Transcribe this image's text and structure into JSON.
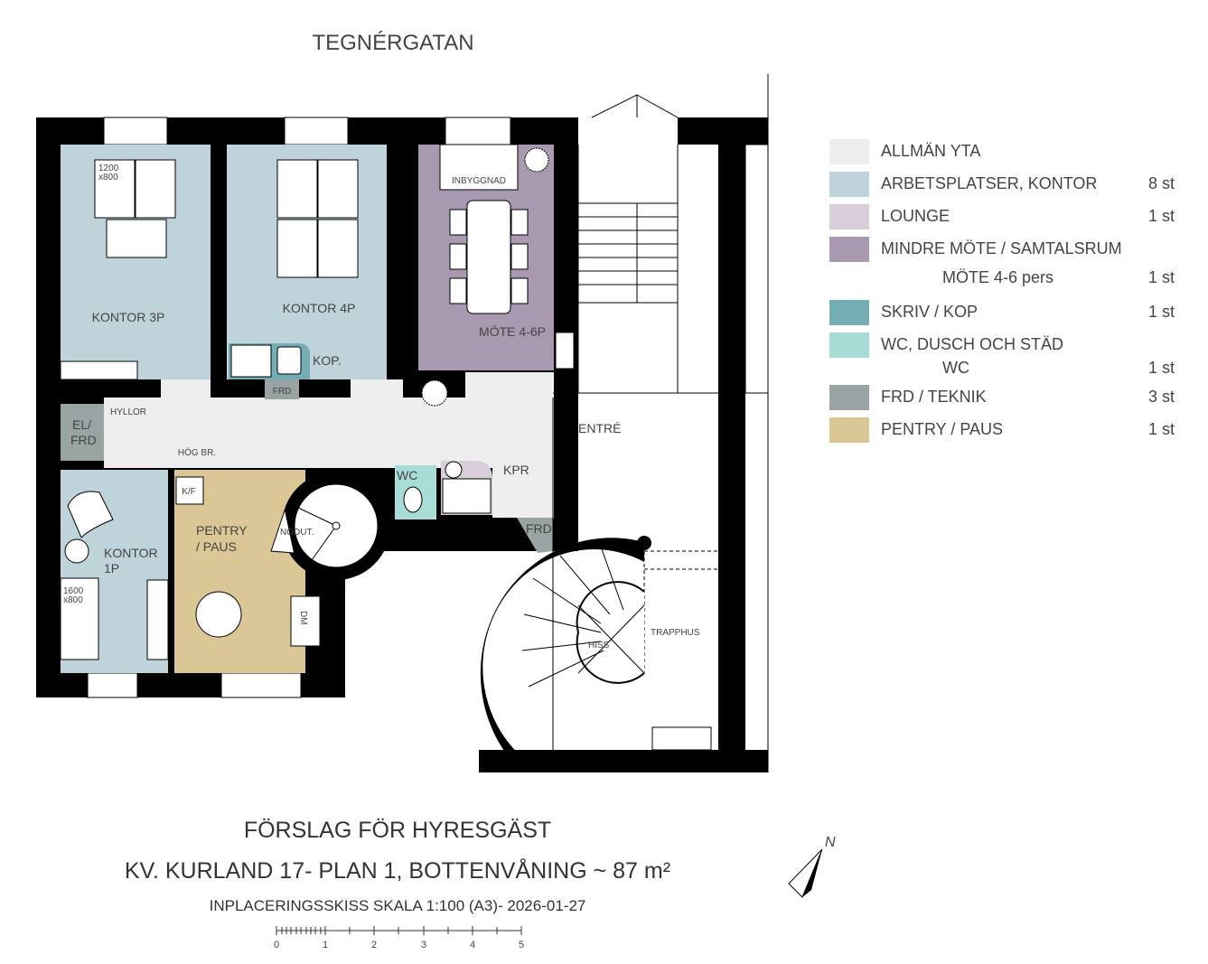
{
  "street": "TEGNÉRGATAN",
  "rooms": {
    "kontor3p": "KONTOR 3P",
    "kontor4p": "KONTOR 4P",
    "mote": "MÖTE 4-6P",
    "inbyggnad": "INBYGGNAD",
    "kop": "KOP.",
    "frd": "FRD",
    "hyllor": "HYLLOR",
    "el_line1": "EL/",
    "el_line2": "FRD",
    "hog_br": "HÖG BR.",
    "kf": "K/F",
    "pentry_line1": "PENTRY",
    "pentry_line2": "/ PAUS",
    "kontor1p_line1": "KONTOR",
    "kontor1p_line2": "1P",
    "nodut": "NÖDUT.",
    "wc": "WC",
    "kpr": "KPR",
    "entre": "ENTRÉ",
    "hiss": "HISS",
    "trapphus": "TRAPPHUS",
    "dm": "DM",
    "desk1_line1": "1200",
    "desk1_line2": "x800",
    "desk2_line1": "1600",
    "desk2_line2": "x800"
  },
  "legend": [
    {
      "label": "ALLMÄN YTA",
      "count": "",
      "color": "#eeeeee"
    },
    {
      "label": "ARBETSPLATSER, KONTOR",
      "count": "8 st",
      "color": "#bfd3da"
    },
    {
      "label": "LOUNGE",
      "count": "1 st",
      "color": "#d8cdd8"
    },
    {
      "label": "MINDRE MÖTE / SAMTALSRUM",
      "count": "",
      "color": "#a898b0"
    },
    {
      "sublabel": "MÖTE 4-6 pers",
      "count": "1 st"
    },
    {
      "label": "SKRIV / KOP",
      "count": "1 st",
      "color": "#74adb3"
    },
    {
      "label": "WC, DUSCH OCH STÄD",
      "count": "",
      "color": "#a8dcd6"
    },
    {
      "sublabel": "WC",
      "count": "1 st"
    },
    {
      "label": "FRD / TEKNIK",
      "count": "3 st",
      "color": "#9aa3a4"
    },
    {
      "label": "PENTRY / PAUS",
      "count": "1 st",
      "color": "#dbc795"
    }
  ],
  "title": {
    "line1": "FÖRSLAG FÖR HYRESGÄST",
    "line2": "KV. KURLAND 17- PLAN 1, BOTTENVÅNING ~ 87 m²",
    "line3": "INPLACERINGSSKISS SKALA 1:100 (A3)- 2026-01-27"
  },
  "scale_ticks": [
    "0",
    "1",
    "2",
    "3",
    "4",
    "5"
  ],
  "north": "N"
}
